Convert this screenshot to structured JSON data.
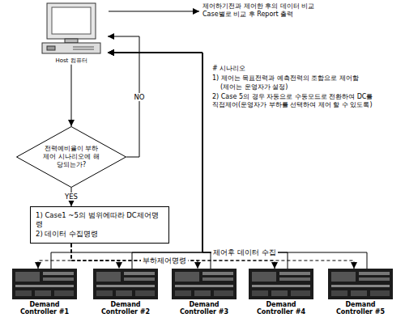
{
  "diagram": {
    "nodes": [
      {
        "text": [
          "Host 컴퓨터"
        ]
      },
      {
        "text": [
          "전력예비율이 부하제어 시나리오에 해당되는가?"
        ]
      },
      {
        "text": [
          "1) Case1 ~5의 범위에따라 DC제어명령",
          "2) 데이터 수집명령"
        ]
      },
      {
        "text": [
          "Demand Controller #1"
        ]
      },
      {
        "text": [
          "Demand Controller #2"
        ]
      },
      {
        "text": [
          "Demand Controller #3"
        ]
      },
      {
        "text": [
          "Demand Controller #4"
        ]
      },
      {
        "text": [
          "Demand Controller #5"
        ]
      }
    ],
    "edges": [
      {
        "from": 0,
        "to": 1,
        "arrow": "to"
      },
      {
        "from": 1,
        "to": 0,
        "label": "NO",
        "arrow": "to"
      },
      {
        "from": 1,
        "to": 2,
        "label": "YES",
        "arrow": "to"
      },
      {
        "from": 2,
        "to": 3,
        "arrow": "to"
      },
      {
        "from": 2,
        "to": 4,
        "arrow": "to"
      },
      {
        "from": 2,
        "to": 5,
        "label": "부하제어명령",
        "arrow": "to"
      },
      {
        "from": 2,
        "to": 6,
        "arrow": "to"
      },
      {
        "from": 2,
        "to": 7,
        "arrow": "to"
      },
      {
        "from": 3,
        "to": 0,
        "arrow": "to"
      },
      {
        "from": 4,
        "to": 0,
        "arrow": "to"
      },
      {
        "from": 5,
        "to": 0,
        "arrow": "to"
      },
      {
        "from": 6,
        "to": 0,
        "label": "제어후 데이터 수집",
        "arrow": "to"
      },
      {
        "from": 7,
        "to": 0,
        "arrow": "to"
      }
    ],
    "labels": [
      "제어하기전과 제어한 후의 데이터 비교 Case별로 비교 후 Report 출력",
      "# 시나리오",
      "1) 제어는 목표전력과 예측전력의 조합으로 제어함",
      "(제어는 운영자가 설정)",
      "2) Case 5의 경우 자동으로 수동모드로 전환하여 DC를 직접제어(운영자가 부하를 선택하여 제어 할 수 있도록)"
    ]
  }
}
